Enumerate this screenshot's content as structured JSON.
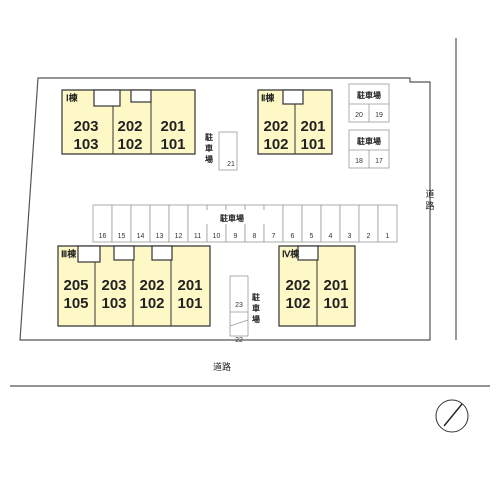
{
  "buildings": [
    {
      "label": "Ⅰ棟",
      "units": [
        [
          "203",
          "103"
        ],
        [
          "202",
          "102"
        ],
        [
          "201",
          "101"
        ]
      ]
    },
    {
      "label": "Ⅱ棟",
      "units": [
        [
          "202",
          "102"
        ],
        [
          "201",
          "101"
        ]
      ]
    },
    {
      "label": "Ⅲ棟",
      "units": [
        [
          "205",
          "105"
        ],
        [
          "203",
          "103"
        ],
        [
          "202",
          "102"
        ],
        [
          "201",
          "101"
        ]
      ]
    },
    {
      "label": "Ⅳ棟",
      "units": [
        [
          "202",
          "102"
        ],
        [
          "201",
          "101"
        ]
      ]
    }
  ],
  "parking_label": "駐車場",
  "parking_v1": {
    "chars": [
      "駐",
      "車",
      "場"
    ],
    "number": "21"
  },
  "parking_v2": {
    "chars": [
      "駐",
      "車",
      "場"
    ],
    "numbers": [
      "23",
      "22"
    ]
  },
  "parking_top_right": [
    {
      "label": "駐車場",
      "numbers": [
        "20",
        "19"
      ]
    },
    {
      "label": "駐車場",
      "numbers": [
        "18",
        "17"
      ]
    }
  ],
  "central_lot_numbers": [
    "16",
    "15",
    "14",
    "13",
    "12",
    "11",
    "10",
    "9",
    "8",
    "7",
    "6",
    "5",
    "4",
    "3",
    "2",
    "1"
  ],
  "road_bottom": "道路",
  "road_right": [
    "道",
    "路"
  ]
}
